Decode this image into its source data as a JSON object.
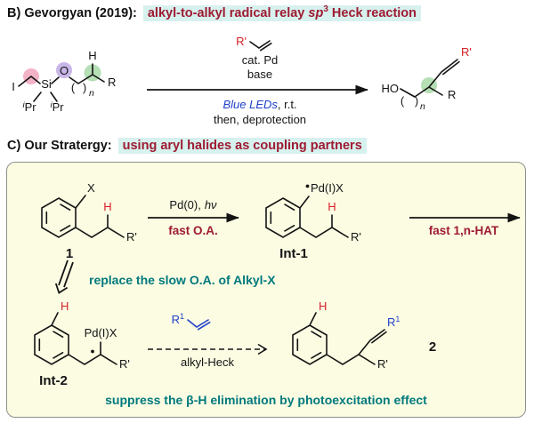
{
  "colors": {
    "maroon": "#9e1b32",
    "teal": "#00797d",
    "blue": "#1f41c8",
    "red": "#d62027",
    "highlight_bg": "#d7f1ee",
    "panel_bg": "#fcfce3"
  },
  "header_b": {
    "prefix": "B) Gevorgyan (2019):",
    "hl_pre": "alkyl-to-alkyl radical relay ",
    "hl_sp": "sp",
    "hl_sup": "3",
    "hl_post": " Heck reaction"
  },
  "scheme_b": {
    "reactant": {
      "i_label": "I",
      "si": "Si",
      "ipr_sup": "i",
      "ipr": "Pr",
      "o": "O",
      "paren_open": "(",
      "paren_close": ")",
      "n_sub": "n",
      "h": "H",
      "r": "R"
    },
    "conditions": {
      "alkene_r": "R'",
      "line1": "cat. Pd",
      "line2": "base",
      "line3_blue": "Blue LEDs",
      "line3_rest": ", r.t.",
      "line4": "then, deprotection"
    },
    "product": {
      "ho": "HO",
      "paren_open": "(",
      "paren_close": ")",
      "n_sub": "n",
      "r": "R",
      "r_prime": "R'"
    }
  },
  "header_c": {
    "prefix": "C) Our Stratergy:",
    "highlight": "using aryl halides as coupling partners"
  },
  "scheme_c": {
    "s1": {
      "x": "X",
      "h": "H",
      "r_prime": "R'",
      "label": "1"
    },
    "arrow1": {
      "above_pre": "Pd(0),",
      "above_hv": "hν",
      "below": "fast O.A."
    },
    "int1": {
      "pd": "Pd(I)X",
      "h": "H",
      "r_prime": "R'",
      "label": "Int-1"
    },
    "arrow2": {
      "below": "fast 1,n-HAT"
    },
    "replace_note": "replace the slow O.A. of Alkyl-X",
    "int2": {
      "pd": "Pd(I)X",
      "h": "H",
      "r_prime": "R'",
      "label": "Int-2"
    },
    "alkene": {
      "r1": "R",
      "r1_sup": "1"
    },
    "dashed_arrow_label": "alkyl-Heck",
    "s2": {
      "h": "H",
      "r1": "R",
      "r1_sup": "1",
      "r_prime": "R'",
      "label": "2"
    },
    "bottom_note": "suppress the β-H elimination by photoexcitation effect"
  }
}
